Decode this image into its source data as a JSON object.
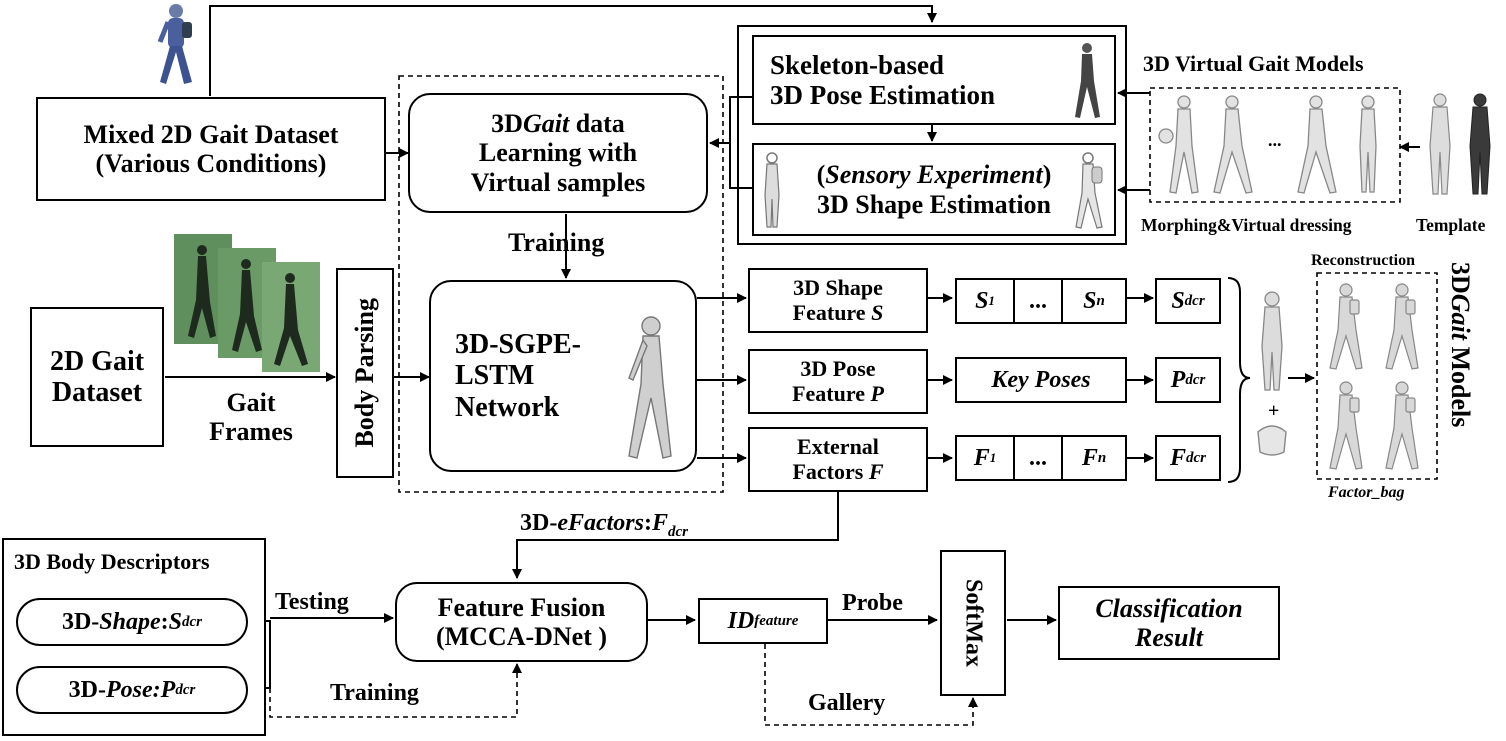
{
  "mixed": {
    "line1": "Mixed 2D Gait Dataset",
    "line2": "(Various Conditions)"
  },
  "learn": {
    "prefix": "3D",
    "gait": "Gait",
    "suffix": " data",
    "line2": "Learning with",
    "line3": "Virtual samples"
  },
  "training_top": "Training",
  "skeleton": {
    "line1": "Skeleton-based",
    "line2": "3D Pose Estimation"
  },
  "sensory": {
    "open": "(",
    "label": "Sensory Experiment",
    "close": ")",
    "line2": "3D Shape Estimation"
  },
  "vgm": {
    "title": "3D Virtual Gait Models",
    "dots": "...",
    "morph": "Morphing&Virtual dressing",
    "template": "Template"
  },
  "gait2d": {
    "line1": "2D Gait",
    "line2": "Dataset"
  },
  "gait_frames": {
    "line1": "Gait",
    "line2": "Frames"
  },
  "body_parsing": "Body Parsing",
  "sgpe": {
    "line1": "3D-SGPE-",
    "line2": "LSTM",
    "line3": "Network"
  },
  "shape_feat": {
    "line1": "3D Shape",
    "line2": "Feature ",
    "var": "S"
  },
  "pose_feat": {
    "line1": "3D Pose",
    "line2": "Feature ",
    "var": "P"
  },
  "ext_feat": {
    "line1": "External",
    "line2": "Factors ",
    "var": "F"
  },
  "s_chain": {
    "first": "S",
    "first_sub": "1",
    "dots": "...",
    "last": "S",
    "last_sub": "n",
    "dcr": "S",
    "dcr_sub": "dcr"
  },
  "key_poses": "Key Poses",
  "p_dcr": {
    "base": "P",
    "sub": "dcr"
  },
  "f_chain": {
    "first": "F",
    "first_sub": "1",
    "dots": "...",
    "last": "F",
    "last_sub": "n",
    "dcr": "F",
    "dcr_sub": "dcr"
  },
  "plus": "+",
  "reconstruction": "Reconstruction",
  "factor_bag": "Factor_bag",
  "models3d": {
    "prefix": "3D",
    "gait": "Gait",
    "suffix": " Models"
  },
  "efactors": {
    "prefix": "3D-",
    "name": "eFactors",
    "colon": ":",
    "base": "F",
    "sub": "dcr"
  },
  "descriptors": {
    "title": "3D Body Descriptors",
    "shape": {
      "prefix": "3D-",
      "name": "Shape",
      "colon": ":",
      "base": "S",
      "sub": "dcr"
    },
    "pose": {
      "prefix": "3D-",
      "name": "Pose:",
      "base": "P",
      "sub": "dcr"
    }
  },
  "testing": "Testing",
  "training_bottom": "Training",
  "fusion": {
    "line1": "Feature Fusion",
    "line2": "(MCCA-DNet )"
  },
  "id_feature": {
    "base": "ID",
    "sub": "feature"
  },
  "probe": "Probe",
  "gallery": "Gallery",
  "softmax": "SoftMax",
  "classification": {
    "line1": "Classification",
    "line2": "Result"
  }
}
